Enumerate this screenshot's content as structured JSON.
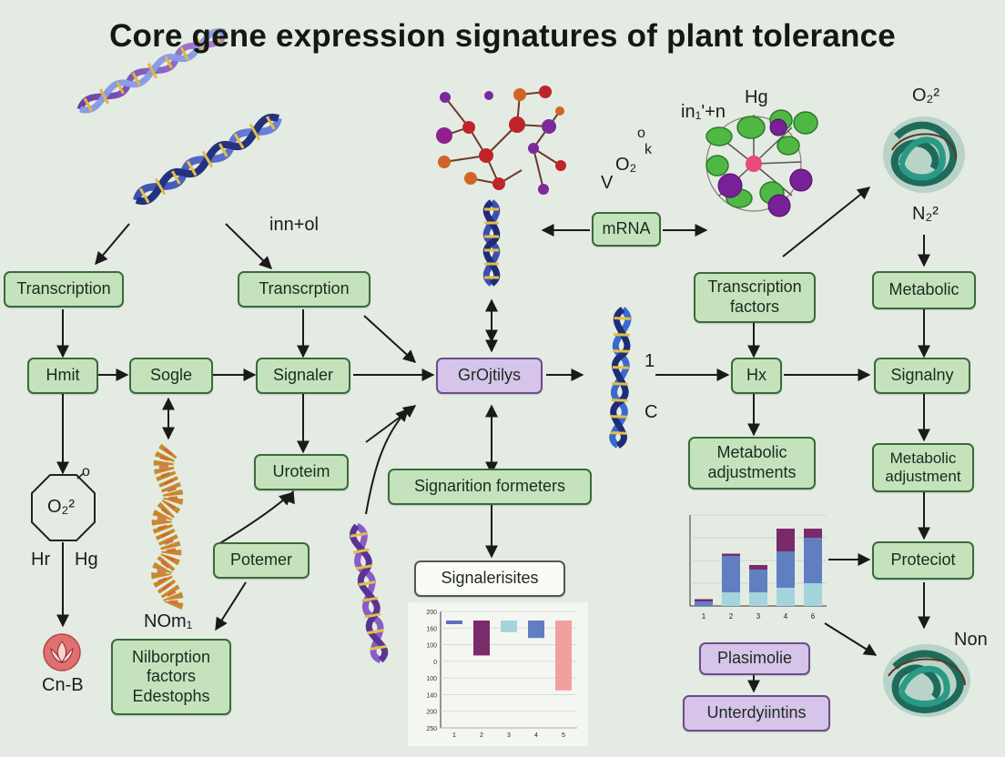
{
  "title": "Core gene expression signatures of plant tolerance",
  "nodes": {
    "transcription_left": "Transcription",
    "transcription_mid": "Transcrption",
    "hmit": "Hmit",
    "sogle": "Sogle",
    "signaler": "Signaler",
    "uroteim": "Uroteim",
    "potemer": "Potemer",
    "nilborption": "Nilborption factors Edestophs",
    "grojtilys": "GrOjtilys",
    "mrna": "mRNA",
    "signarition": "Signarition formeters",
    "signalerisites": "Signalerisites",
    "transcription_factors": "Transcription factors",
    "hx": "Hx",
    "metabolic_adjustments": "Metabolic adjustments",
    "metabolic_top": "Metabolic",
    "signalny": "Signalny",
    "metabolic_adjustment": "Metabolic adjustment",
    "proteciot": "Proteciot",
    "plasimolie": "Plasimolie",
    "unterdyiintins": "Unterdyiintins"
  },
  "labels": {
    "inn_ol": "inn+ol",
    "ini_n": "in₁'+n",
    "hg_top": "Hg",
    "o2_top": "O₂²",
    "n2": "N₂²",
    "v_o2": "V",
    "o2_mid": "O₂",
    "k": "k",
    "o_sup": "o",
    "one": "1",
    "c": "C",
    "hr": "Hr",
    "hg_left": "Hg",
    "cnb": "Cn-B",
    "nom1": "NOm₁",
    "non": "Non",
    "hex_o2": "O₂²",
    "hex_o": "o"
  },
  "colors": {
    "green_fill": "#c4e3bd",
    "purple_fill": "#d6c4ea",
    "arrow": "#1a1a1a"
  },
  "chart_data": [
    {
      "type": "bar",
      "stacked": true,
      "title": "",
      "xlabel": "",
      "ylabel": "",
      "categories": [
        "1",
        "2",
        "3",
        "4",
        "6"
      ],
      "ylim": [
        0,
        20
      ],
      "series": [
        {
          "values": [
            0,
            3,
            3,
            4,
            5
          ],
          "color": "#a4d4dc"
        },
        {
          "values": [
            1,
            8,
            5,
            8,
            10
          ],
          "color": "#5f7fc1"
        },
        {
          "values": [
            0.5,
            0.5,
            1,
            5,
            2
          ],
          "color": "#7a2a6a"
        }
      ],
      "grid": true
    },
    {
      "type": "bar",
      "stacked": false,
      "title": "",
      "xlabel": "",
      "ylabel": "",
      "categories": [
        "1",
        "2",
        "3",
        "4",
        "5"
      ],
      "ylim": [
        0,
        200
      ],
      "ticks": [
        "200",
        "160",
        "100",
        "0",
        "100",
        "140",
        "200",
        "250"
      ],
      "series": [
        {
          "values": [
            5,
            60,
            20,
            30,
            120
          ]
        }
      ],
      "grid": true
    }
  ]
}
